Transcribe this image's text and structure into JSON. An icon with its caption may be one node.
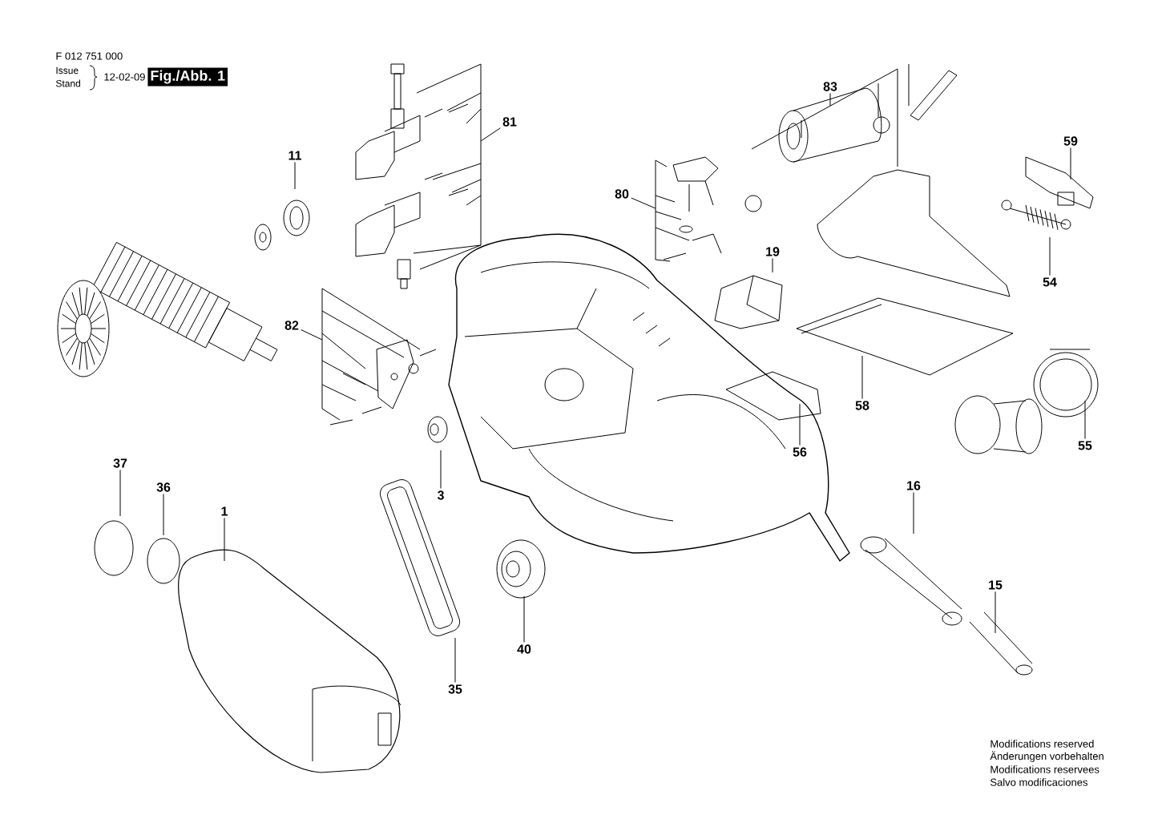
{
  "diagram": {
    "nodes": [
      {
        "text": [
          "11"
        ]
      },
      {
        "text": [
          "81"
        ]
      },
      {
        "text": [
          "82"
        ]
      },
      {
        "text": [
          "80"
        ]
      },
      {
        "text": [
          "83"
        ]
      },
      {
        "text": [
          "19"
        ]
      },
      {
        "text": [
          "59"
        ]
      },
      {
        "text": [
          "54"
        ]
      },
      {
        "text": [
          "58"
        ]
      },
      {
        "text": [
          "56"
        ]
      },
      {
        "text": [
          "55"
        ]
      },
      {
        "text": [
          "37"
        ]
      },
      {
        "text": [
          "36"
        ]
      },
      {
        "text": [
          "1"
        ]
      },
      {
        "text": [
          "3"
        ]
      },
      {
        "text": [
          "40"
        ]
      },
      {
        "text": [
          "35"
        ]
      },
      {
        "text": [
          "16"
        ]
      },
      {
        "text": [
          "15"
        ]
      }
    ],
    "edges": [
      {
        "from": 0,
        "to": null,
        "arrow": "none"
      },
      {
        "from": 1,
        "to": null,
        "arrow": "none"
      },
      {
        "from": 2,
        "to": null,
        "arrow": "none"
      },
      {
        "from": 3,
        "to": null,
        "arrow": "none"
      },
      {
        "from": 4,
        "to": null,
        "arrow": "none"
      },
      {
        "from": 5,
        "to": null,
        "arrow": "none"
      },
      {
        "from": 6,
        "to": null,
        "arrow": "none"
      },
      {
        "from": 7,
        "to": null,
        "arrow": "none"
      },
      {
        "from": 8,
        "to": null,
        "arrow": "none"
      },
      {
        "from": 9,
        "to": null,
        "arrow": "none"
      },
      {
        "from": 10,
        "to": null,
        "arrow": "none"
      },
      {
        "from": 11,
        "to": null,
        "arrow": "none"
      },
      {
        "from": 12,
        "to": null,
        "arrow": "none"
      },
      {
        "from": 13,
        "to": null,
        "arrow": "none"
      },
      {
        "from": 14,
        "to": null,
        "arrow": "none"
      },
      {
        "from": 15,
        "to": null,
        "arrow": "none"
      },
      {
        "from": 16,
        "to": null,
        "arrow": "none"
      },
      {
        "from": 17,
        "to": null,
        "arrow": "none"
      },
      {
        "from": 18,
        "to": null,
        "arrow": "none"
      }
    ],
    "labels": [
      "F 012 751 000",
      "Issue",
      "Stand",
      "12-02-09",
      "Fig./Abb. 1",
      "Modifications reserved",
      "Änderungen vorbehalten",
      "Modifications reservees",
      "Salvo modificaciones"
    ]
  }
}
